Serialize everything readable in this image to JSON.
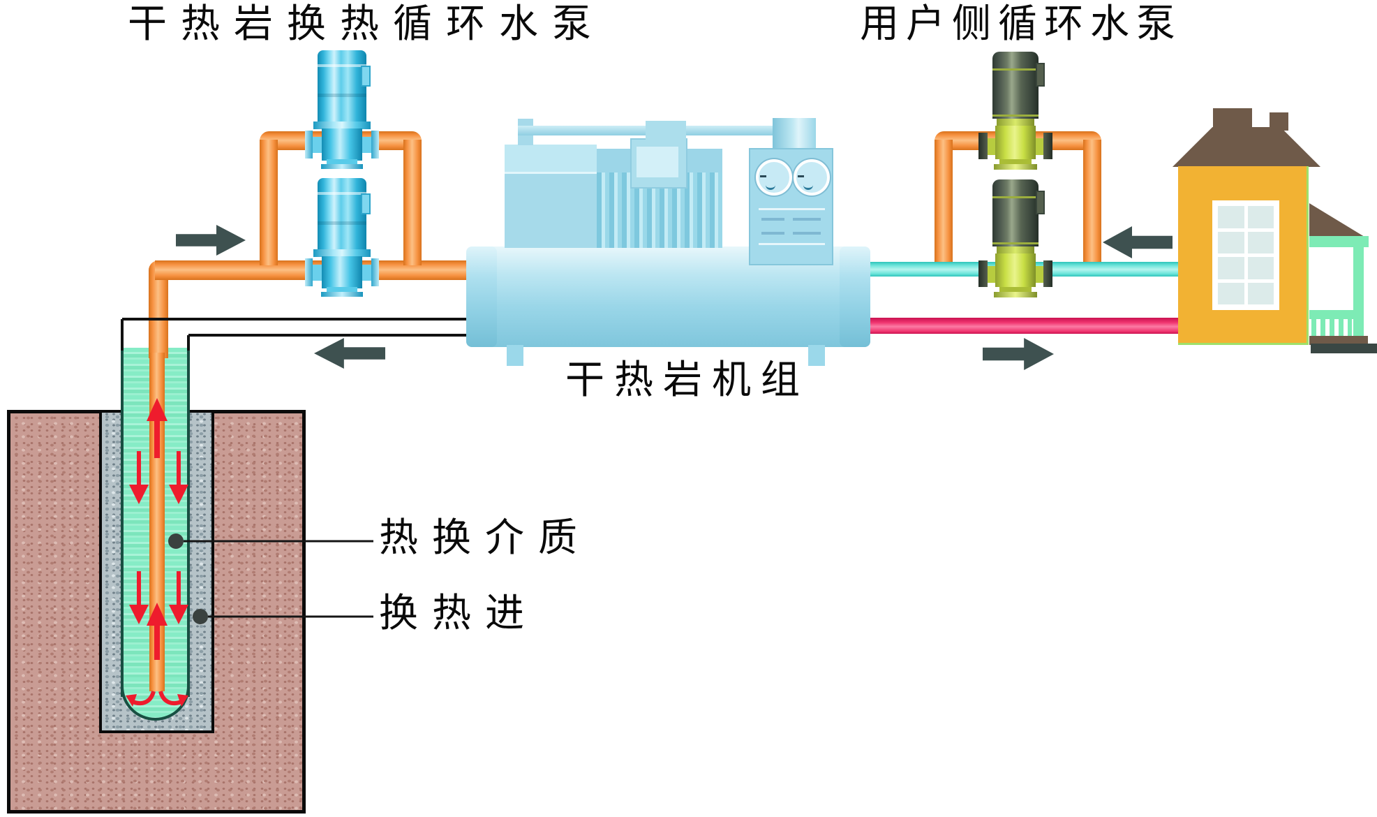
{
  "diagram": {
    "labels": {
      "left_pump": "干热岩换热循环水泵",
      "right_pump": "用户侧循环水泵",
      "unit": "干热岩机组",
      "medium": "热换介质",
      "inlet": "换热进"
    },
    "flow_arrows": [
      {
        "name": "supply-from-well-arrow",
        "direction": "right"
      },
      {
        "name": "return-to-well-arrow",
        "direction": "left"
      },
      {
        "name": "user-return-arrow",
        "direction": "left"
      },
      {
        "name": "user-supply-arrow",
        "direction": "right"
      }
    ],
    "colors": {
      "pipe-hot": "#F6913E",
      "pipe-hot-dark": "#DC7119",
      "pipe-cold": "#6FE5DB",
      "pipe-supply": "#F0356F",
      "arrow-dark": "#3E5150",
      "flow-red": "#EE1C2D",
      "machine-blue": "#A9DCEB",
      "machine-light": "#D8F2F9",
      "machine-dark": "#7CC3DA",
      "pump-blue": "#45C4E6",
      "pump-green": "#C9DF45",
      "motor-dark": "#4D574A",
      "house-yellow": "#F2B233",
      "roof-brown": "#6F5A49",
      "porch-mint": "#7DEBB5",
      "ground-pink": "#C99C94",
      "casing-gray": "#B6C3C8",
      "well-green": "#86ECC6",
      "label-black": "#0A0A0A"
    }
  }
}
